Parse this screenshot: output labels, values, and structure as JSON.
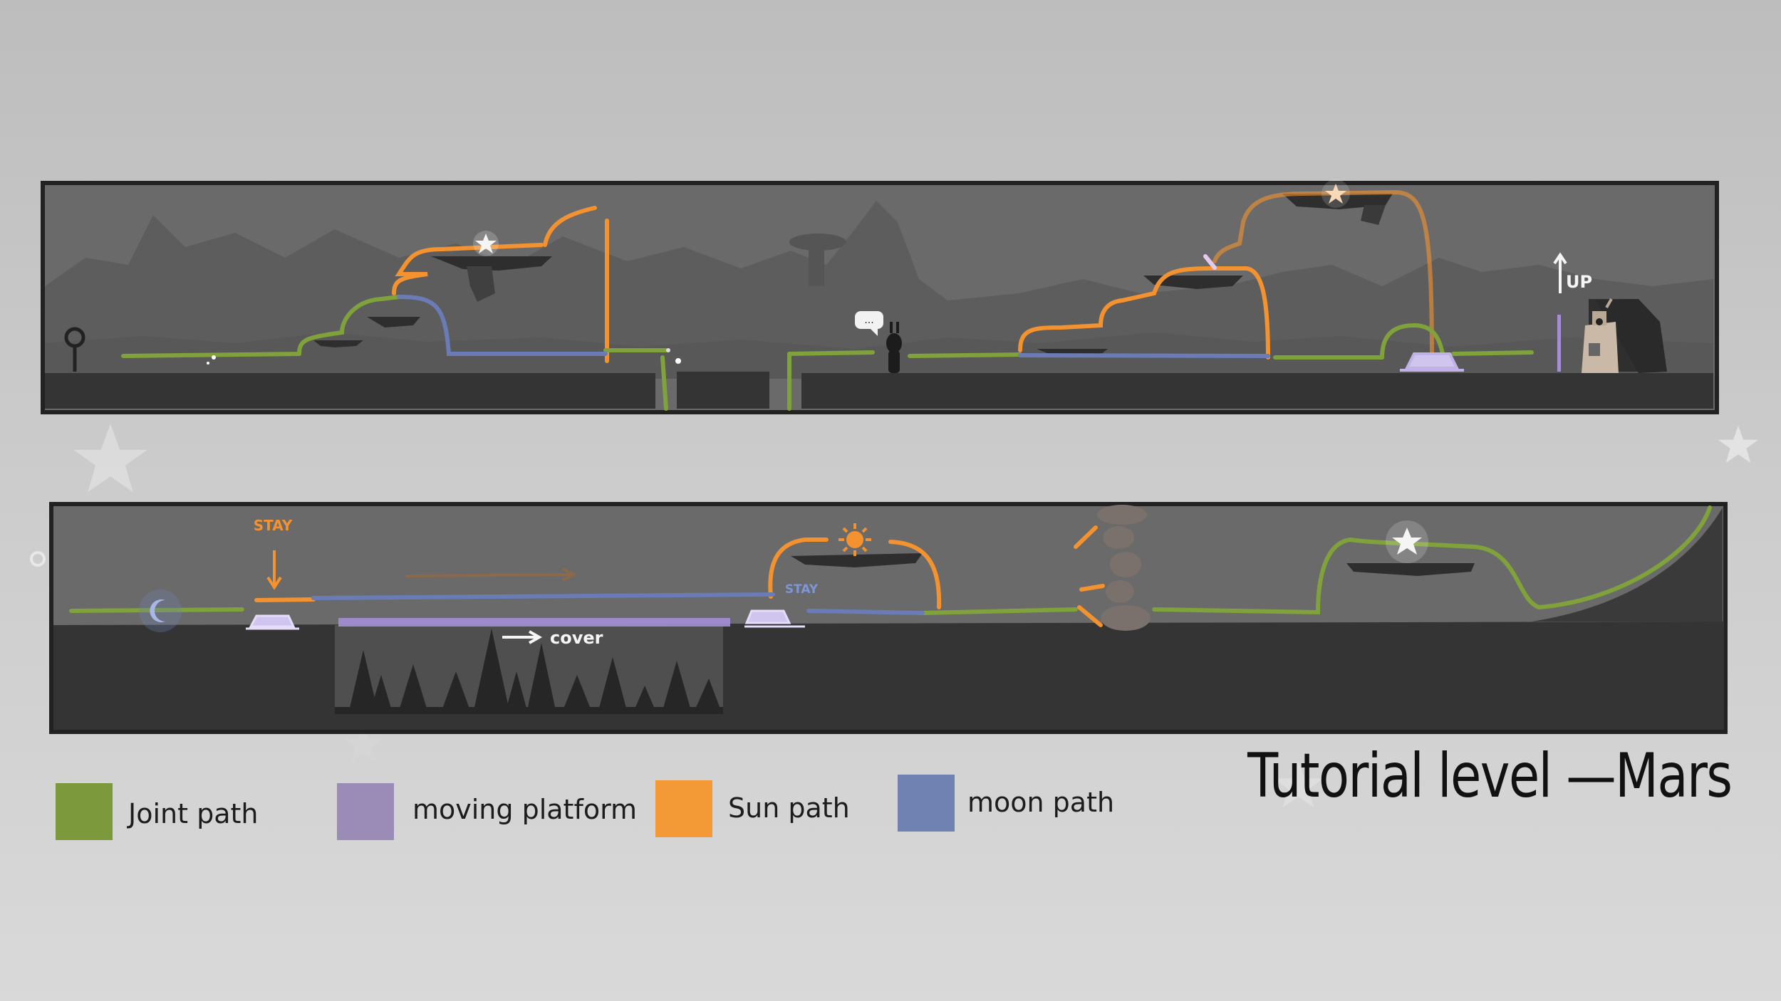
{
  "diagram": {
    "title": "Tutorial level —Mars",
    "annotations": {
      "up": "UP",
      "stay_top": "STAY",
      "stay_bottom": "STAY",
      "cover": "cover",
      "speech": "..."
    },
    "legend": [
      {
        "label": "Joint path",
        "color": "#7c9a3c",
        "name": "joint-path"
      },
      {
        "label": "moving platform",
        "color": "#9b8bb7",
        "name": "moving-platform"
      },
      {
        "label": "Sun path",
        "color": "#f39a36",
        "name": "sun-path"
      },
      {
        "label": "moon path",
        "color": "#6f82b1",
        "name": "moon-path"
      }
    ],
    "colors": {
      "joint": "#7fa23a",
      "sun": "#f3922e",
      "moon": "#6a7bb5",
      "platform": "#a48fd6",
      "ground": "#343434",
      "sky": "#6a6a6a"
    }
  }
}
